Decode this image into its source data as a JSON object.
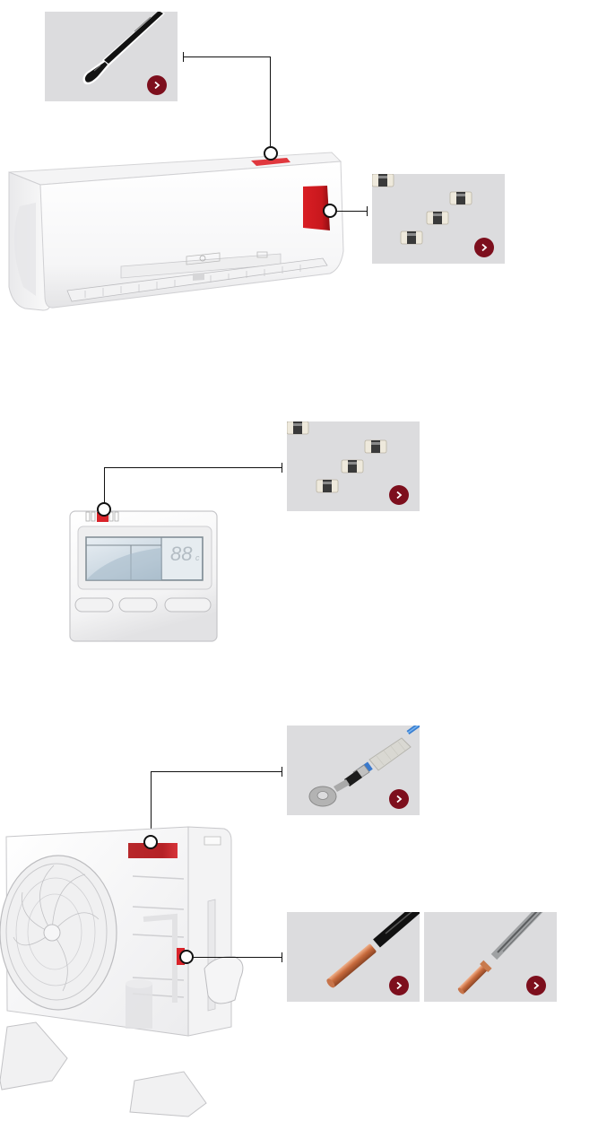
{
  "diagram": {
    "title": "",
    "theme": {
      "panel_bg": "#dcdcde",
      "button_bg": "#7d0f1d",
      "marker_red": "#d11f26",
      "leader_line": "#111111",
      "page_bg": "#ffffff"
    },
    "sections": [
      {
        "id": "indoor-unit",
        "illustration": "wall-mounted-split-ac-indoor-unit",
        "hotspots": [
          {
            "id": "indoor-top-sensor",
            "location": "top of indoor unit",
            "product_panel": "panel-1"
          },
          {
            "id": "indoor-right-pcb",
            "location": "right side of indoor unit",
            "product_panel": "panel-2"
          }
        ]
      },
      {
        "id": "remote-controller",
        "illustration": "wired-remote-controller",
        "display_text": "88",
        "display_unit": "c",
        "hotspots": [
          {
            "id": "remote-top-sensor",
            "location": "top edge of remote",
            "product_panel": "panel-3"
          }
        ]
      },
      {
        "id": "outdoor-unit",
        "illustration": "split-ac-outdoor-condenser-unit",
        "hotspots": [
          {
            "id": "outdoor-top-sensor",
            "location": "top of outdoor unit",
            "product_panel": "panel-4"
          },
          {
            "id": "outdoor-pipe-sensor",
            "location": "side piping of outdoor unit",
            "product_panels": [
              "panel-5",
              "panel-6"
            ]
          }
        ]
      }
    ],
    "panels": [
      {
        "id": "panel-1",
        "product_image": "black-epoxy-thermistor-probe",
        "button_icon": "chevron-right"
      },
      {
        "id": "panel-2",
        "product_image": "smd-chip-components-x3",
        "button_icon": "chevron-right"
      },
      {
        "id": "panel-3",
        "product_image": "smd-chip-components-x3",
        "button_icon": "chevron-right"
      },
      {
        "id": "panel-4",
        "product_image": "ring-lug-thermistor-blue-wire",
        "button_icon": "chevron-right"
      },
      {
        "id": "panel-5",
        "product_image": "copper-tube-probe-black-cable",
        "button_icon": "chevron-right"
      },
      {
        "id": "panel-6",
        "product_image": "copper-tube-probe-clear-cable",
        "button_icon": "chevron-right"
      }
    ]
  }
}
